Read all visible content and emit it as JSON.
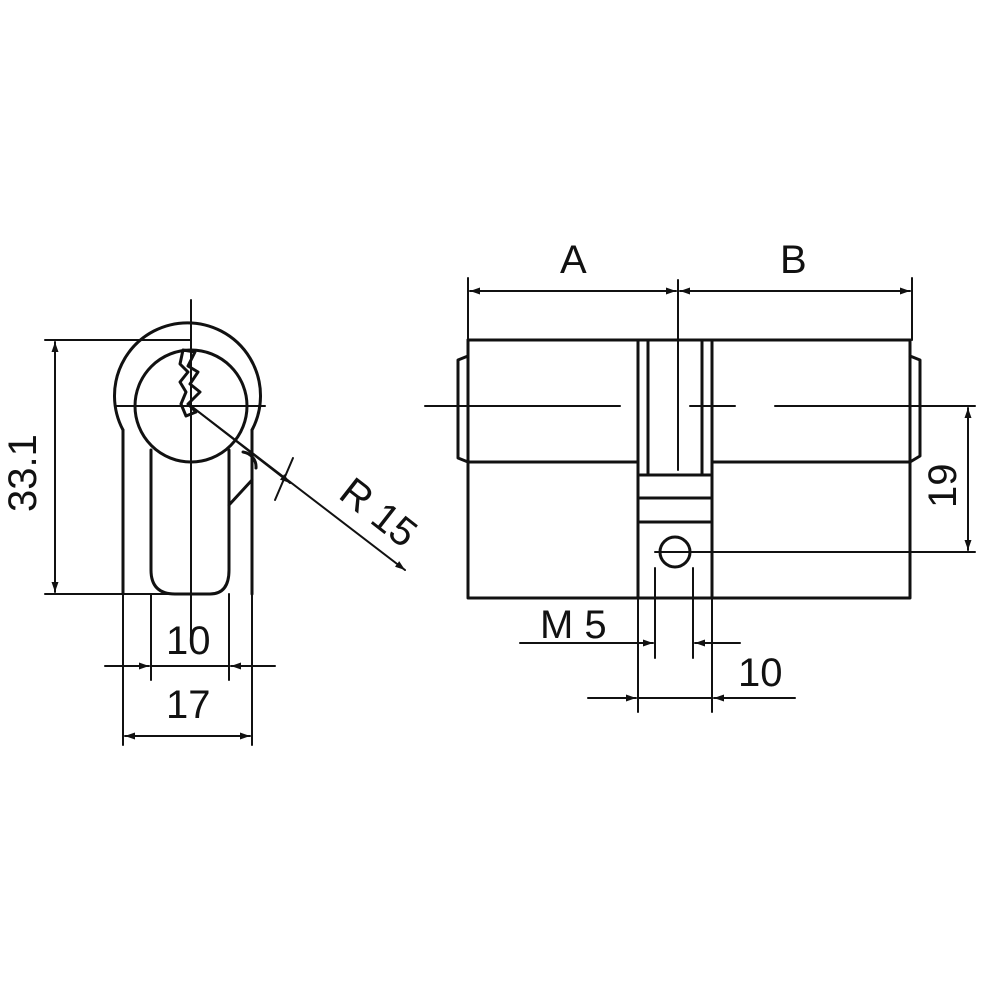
{
  "drawing": {
    "side_view": {
      "height_label": "33.1",
      "radius_label": "R 15",
      "bottom_inner_width_label": "10",
      "overall_width_label": "17"
    },
    "front_view": {
      "left_length_label": "A",
      "right_length_label": "B",
      "center_height_label": "19",
      "screw_thread_label": "M 5",
      "cam_width_label": "10"
    },
    "colors": {
      "line": "#111111",
      "background": "#ffffff"
    }
  }
}
